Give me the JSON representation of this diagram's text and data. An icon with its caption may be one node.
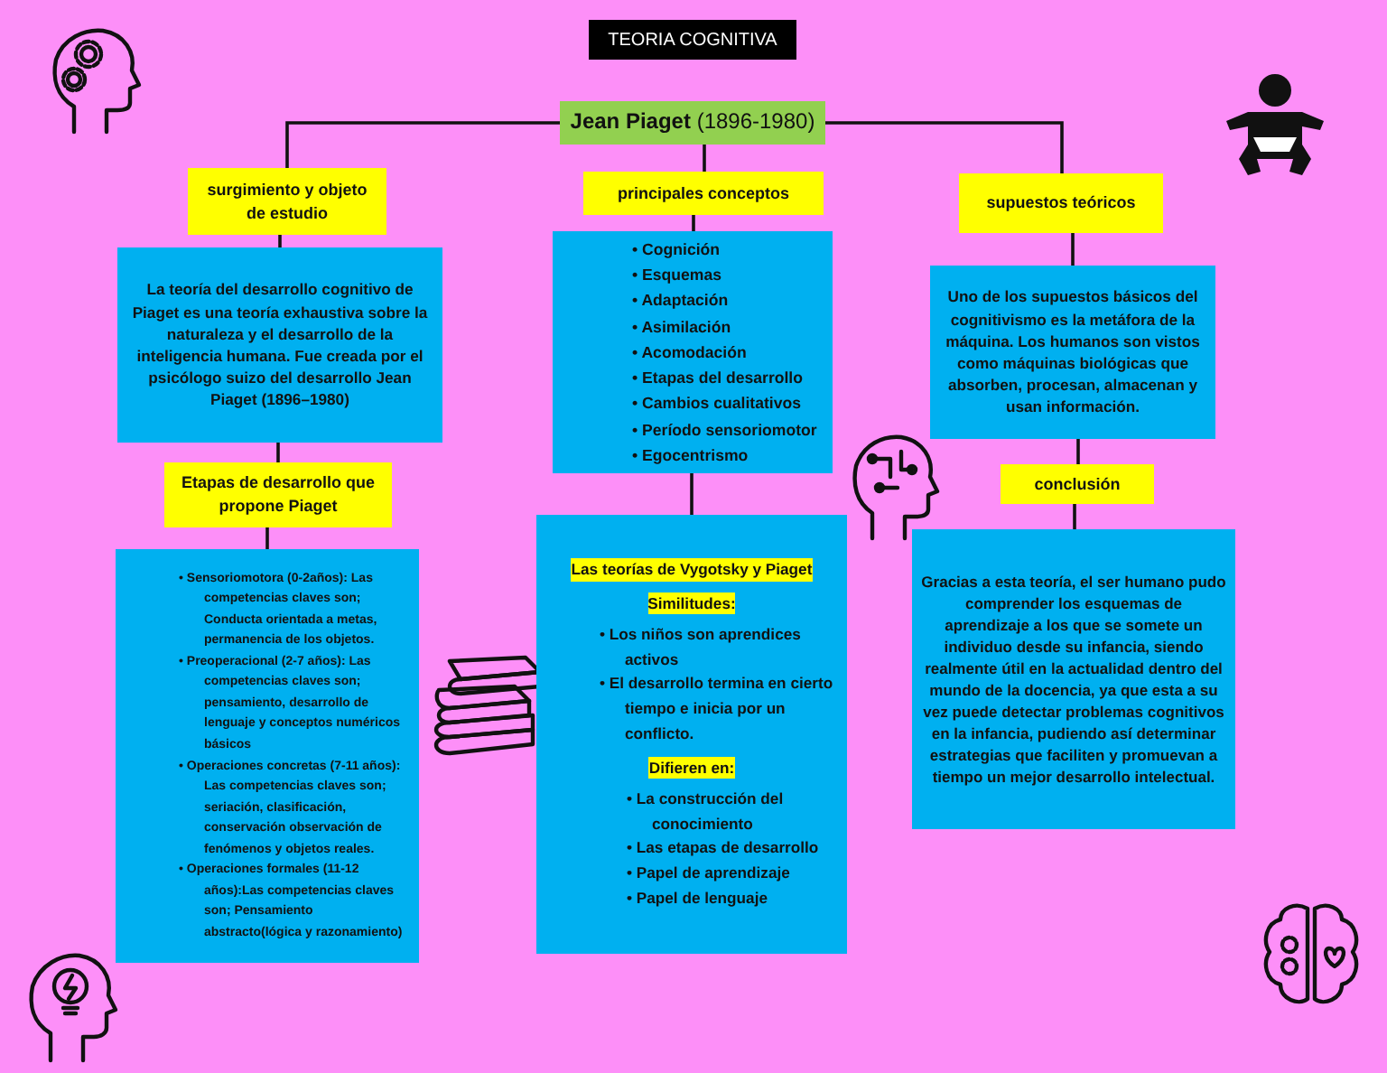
{
  "diagram": {
    "title": "TEORIA COGNITIVA",
    "nodes": [
      {
        "text": [
          "**Jean Piaget** (1896-1980)"
        ]
      },
      {
        "text": [
          "surgimiento y objeto de estudio"
        ]
      },
      {
        "text": [
          "principales conceptos"
        ]
      },
      {
        "text": [
          "supuestos teóricos"
        ]
      },
      {
        "text": [
          "La teoría del desarrollo cognitivo de Piaget es una teoría exhaustiva sobre la naturaleza y el desarrollo de la inteligencia humana. Fue creada por el psicólogo suizo del desarrollo Jean Piaget (1896–1980)"
        ]
      },
      {
        "text": [
          "Etapas de desarrollo que propone Piaget"
        ]
      },
      {
        "text": [
          "• Sensoriomotora (0-2años): Las competencias claves son; Conducta orientada a metas, permanencia de los objetos.",
          "• Preoperacional (2-7 años): Las competencias claves son; pensamiento, desarrollo de lenguaje y conceptos numéricos básicos",
          "• Operaciones concretas (7-11 años): Las competencias claves son; seriación, clasificación, conservación observación de fenómenos y objetos reales.",
          "• Operaciones formales (11-12 años):Las competencias claves son; Pensamiento abstracto(lógica y razonamiento)"
        ]
      },
      {
        "text": [
          "• Cognición",
          "• Esquemas",
          "• Adaptación",
          "• Asimilación",
          "• Acomodación",
          "• Etapas del desarrollo",
          "• Cambios cualitativos",
          "• Período sensoriomotor",
          "• Egocentrismo"
        ]
      },
      {
        "text": [
          "Las teorías de Vygotsky y Piaget",
          "Similitudes:",
          "• Los niños son aprendices activos",
          "• El desarrollo termina en cierto tiempo e inicia por un conflicto.",
          "Difieren en:",
          "• La construcción del conocimiento",
          "• Las etapas de desarrollo",
          "• Papel de aprendizaje",
          "• Papel de lenguaje"
        ]
      },
      {
        "text": [
          "Uno de los supuestos básicos del cognitivismo es la **metáfora de la máquina**. Los humanos son vistos como máquinas biológicas que absorben, procesan, almacenan y usan información."
        ]
      },
      {
        "text": [
          "conclusión"
        ]
      },
      {
        "text": [
          "Gracias a esta teoría, el ser humano pudo comprender los esquemas de aprendizaje a los que se somete un individuo desde su infancia, siendo realmente útil en la actualidad dentro del mundo de la docencia, ya que esta a su vez puede detectar problemas cognitivos en la infancia, pudiendo así determinar estrategias que faciliten y promuevan a tiempo un mejor desarrollo intelectual."
        ]
      }
    ],
    "edges": [
      {
        "from": 0,
        "to": 1,
        "arrow": "none"
      },
      {
        "from": 0,
        "to": 2,
        "arrow": "none"
      },
      {
        "from": 0,
        "to": 3,
        "arrow": "none"
      },
      {
        "from": 1,
        "to": 4,
        "arrow": "none"
      },
      {
        "from": 4,
        "to": 5,
        "arrow": "none"
      },
      {
        "from": 5,
        "to": 6,
        "arrow": "none"
      },
      {
        "from": 2,
        "to": 7,
        "arrow": "none"
      },
      {
        "from": 7,
        "to": 8,
        "arrow": "none"
      },
      {
        "from": 3,
        "to": 9,
        "arrow": "none"
      },
      {
        "from": 9,
        "to": 10,
        "arrow": "none"
      },
      {
        "from": 10,
        "to": 11,
        "arrow": "none"
      }
    ]
  }
}
